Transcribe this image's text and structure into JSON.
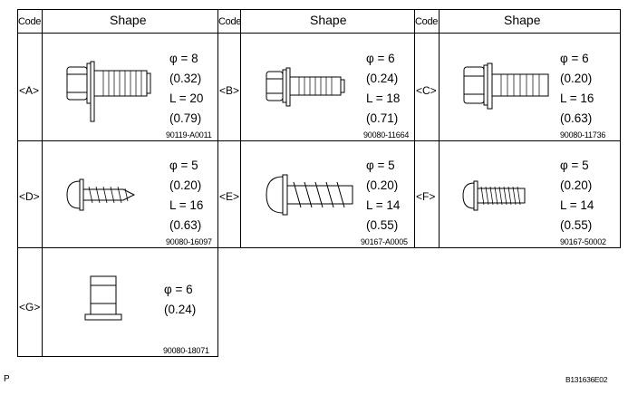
{
  "header": {
    "code_label": "Code",
    "shape_label": "Shape"
  },
  "rows": [
    [
      {
        "code": "<A>",
        "specs": [
          "φ = 8",
          "(0.32)",
          "L = 20",
          "(0.79)"
        ],
        "part_no": "90119-A0011",
        "icon": "flanged-hex-bolt-with-washer-icon"
      },
      {
        "code": "<B>",
        "specs": [
          "φ = 6",
          "(0.24)",
          "L = 18",
          "(0.71)"
        ],
        "part_no": "90080-11664",
        "icon": "hex-bolt-with-washer-icon"
      },
      {
        "code": "<C>",
        "specs": [
          "φ = 6",
          "(0.20)",
          "L = 16",
          "(0.63)"
        ],
        "part_no": "90080-11736",
        "icon": "hex-bolt-with-washer-icon"
      }
    ],
    [
      {
        "code": "<D>",
        "specs": [
          "φ = 5",
          "(0.20)",
          "L = 16",
          "(0.63)"
        ],
        "part_no": "90080-16097",
        "icon": "pan-head-tapping-screw-icon"
      },
      {
        "code": "<E>",
        "specs": [
          "φ = 5",
          "(0.20)",
          "L = 14",
          "(0.55)"
        ],
        "part_no": "90167-A0005",
        "icon": "pan-head-coarse-screw-icon"
      },
      {
        "code": "<F>",
        "specs": [
          "φ = 5",
          "(0.20)",
          "L = 14",
          "(0.55)"
        ],
        "part_no": "90167-50002",
        "icon": "pan-head-fine-thread-screw-icon"
      }
    ],
    [
      {
        "code": "<G>",
        "specs": [
          "φ = 6",
          "(0.24)"
        ],
        "part_no": "90080-18071",
        "icon": "flange-nut-icon"
      }
    ]
  ],
  "footer": {
    "left": "P",
    "right": "B131636E02"
  }
}
